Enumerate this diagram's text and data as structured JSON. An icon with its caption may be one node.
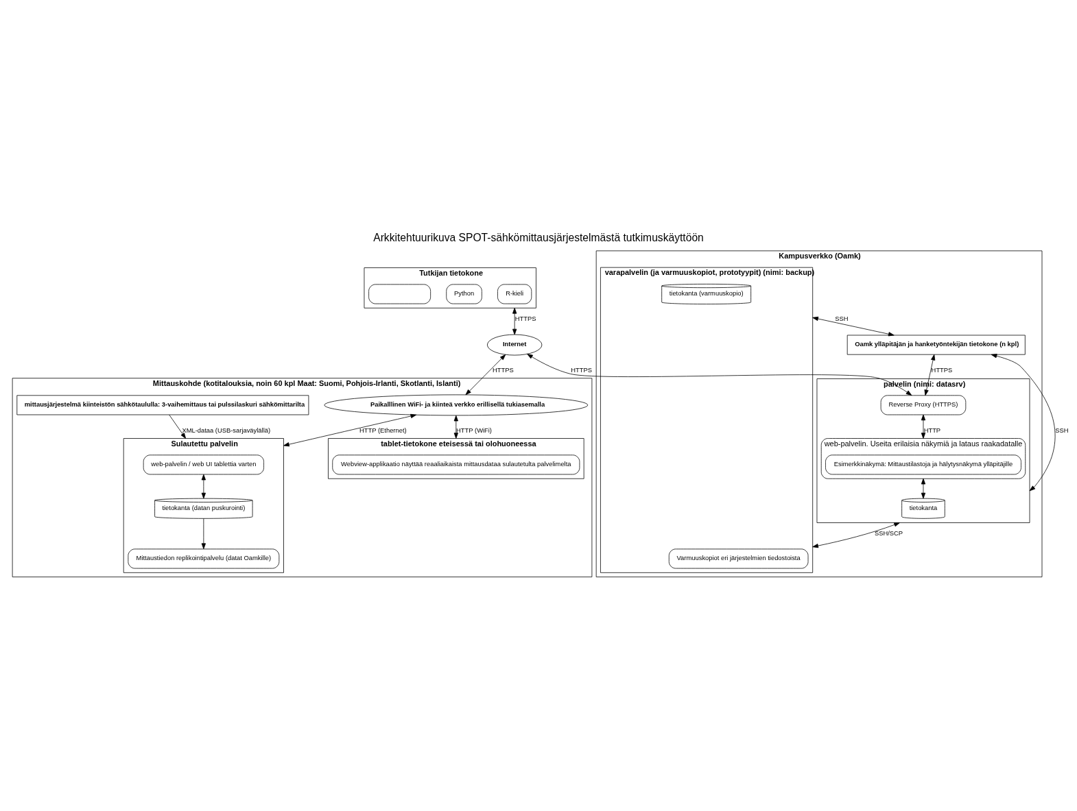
{
  "diagram": {
    "title": "Arkkitehtuurikuva SPOT-sähkömittausjärjestelmästä tutkimuskäyttöön",
    "nodes": [
      {
        "text": [
          "Tutkijan tietokone"
        ]
      },
      {
        "text": [
          "R-kieli"
        ],
        "in": 0
      },
      {
        "text": [
          "Python"
        ],
        "in": 0
      },
      {
        "text": [],
        "shape": "box",
        "in": 0
      },
      {
        "text": [
          "Internet"
        ]
      },
      {
        "text": [
          "Kampusverkko (Oamk)"
        ]
      },
      {
        "text": [
          "Oamk ylläpitäjän ja hanketyöntekijän tietokone (n kpl)"
        ],
        "in": 5
      },
      {
        "text": [
          "palvelin (nimi: datasrv)"
        ],
        "in": 5
      },
      {
        "text": [
          "Reverse Proxy (HTTPS)"
        ],
        "in": 7
      },
      {
        "text": [
          "web-palvelin. Useita erilaisia näkymiä ja lataus raakadatalle"
        ],
        "in": 7
      },
      {
        "text": [
          "Esimerkkinäkymä: Mittaustilastoja ja hälytysnäkymä ylläpitäjille"
        ],
        "in": 9
      },
      {
        "text": [
          "tietokanta"
        ],
        "in": 7
      },
      {
        "text": [
          "varapalvelin (ja varmuuskopiot, prototyypit) (nimi: backup)"
        ],
        "in": 5
      },
      {
        "text": [
          "tietokanta (varmuuskopio)"
        ],
        "in": 12
      },
      {
        "text": [
          "Varmuuskopiot eri järjestelmien tiedostoista"
        ],
        "in": 12
      },
      {
        "text": [
          "Mittauskohde (kotitalouksia, noin 60 kpl Maat: Suomi, Pohjois-Irlanti, Skotlanti, Islanti)"
        ]
      },
      {
        "text": [
          "Paikalllinen WiFi- ja kiinteä verkko erillisellä tukiasemalla"
        ],
        "in": 15
      },
      {
        "text": [
          "mittausjärjestelmä kiinteistön sähkötaululla: 3-vaihemittaus tai pulssilaskuri sähkömittarilta"
        ],
        "in": 15
      },
      {
        "text": [
          "tablet-tietokone eteisessä tai olohuoneessa"
        ],
        "in": 15
      },
      {
        "text": [
          "Webview-applikaatio näyttää reaaliaikaista mittausdataa sulautetulta palvelimelta"
        ],
        "in": 18
      },
      {
        "text": [
          "Sulautettu palvelin"
        ],
        "in": 15
      },
      {
        "text": [
          "web-palvelin / web UI tablettia varten"
        ],
        "in": 20
      },
      {
        "text": [
          "tietokanta (datan puskurointi)"
        ],
        "in": 20
      },
      {
        "text": [
          "Mittaustiedon replikointipalvelu (datat Oamkille)"
        ],
        "in": 20
      }
    ],
    "edges": [
      {
        "from": 4,
        "to": 0,
        "arrow": "both",
        "label": "HTTPS"
      },
      {
        "from": 6,
        "to": 7,
        "arrow": "both",
        "label": "SSH"
      },
      {
        "from": 6,
        "to": 8,
        "arrow": "both",
        "label": "HTTPS"
      },
      {
        "from": 8,
        "to": 4,
        "arrow": "both",
        "label": "HTTPS"
      },
      {
        "from": 8,
        "to": 9,
        "arrow": "both",
        "label": "HTTP"
      },
      {
        "from": 9,
        "to": 11,
        "arrow": "both"
      },
      {
        "from": 6,
        "to": 12,
        "arrow": "both",
        "label": "SSH"
      },
      {
        "from": 7,
        "to": 12,
        "arrow": "both",
        "label": "SSH/SCP"
      },
      {
        "from": 4,
        "to": 16,
        "arrow": "both",
        "label": "HTTPS"
      },
      {
        "from": 16,
        "to": 18,
        "arrow": "both",
        "label": "HTTP (WiFi)"
      },
      {
        "from": 16,
        "to": 20,
        "arrow": "both",
        "label": "HTTP (Ethernet)"
      },
      {
        "from": 17,
        "to": 20,
        "arrow": "to",
        "label": "XML-dataa (USB-sarjaväylällä)"
      },
      {
        "from": 21,
        "to": 22,
        "arrow": "both"
      },
      {
        "from": 22,
        "to": 23,
        "arrow": "to"
      }
    ]
  }
}
